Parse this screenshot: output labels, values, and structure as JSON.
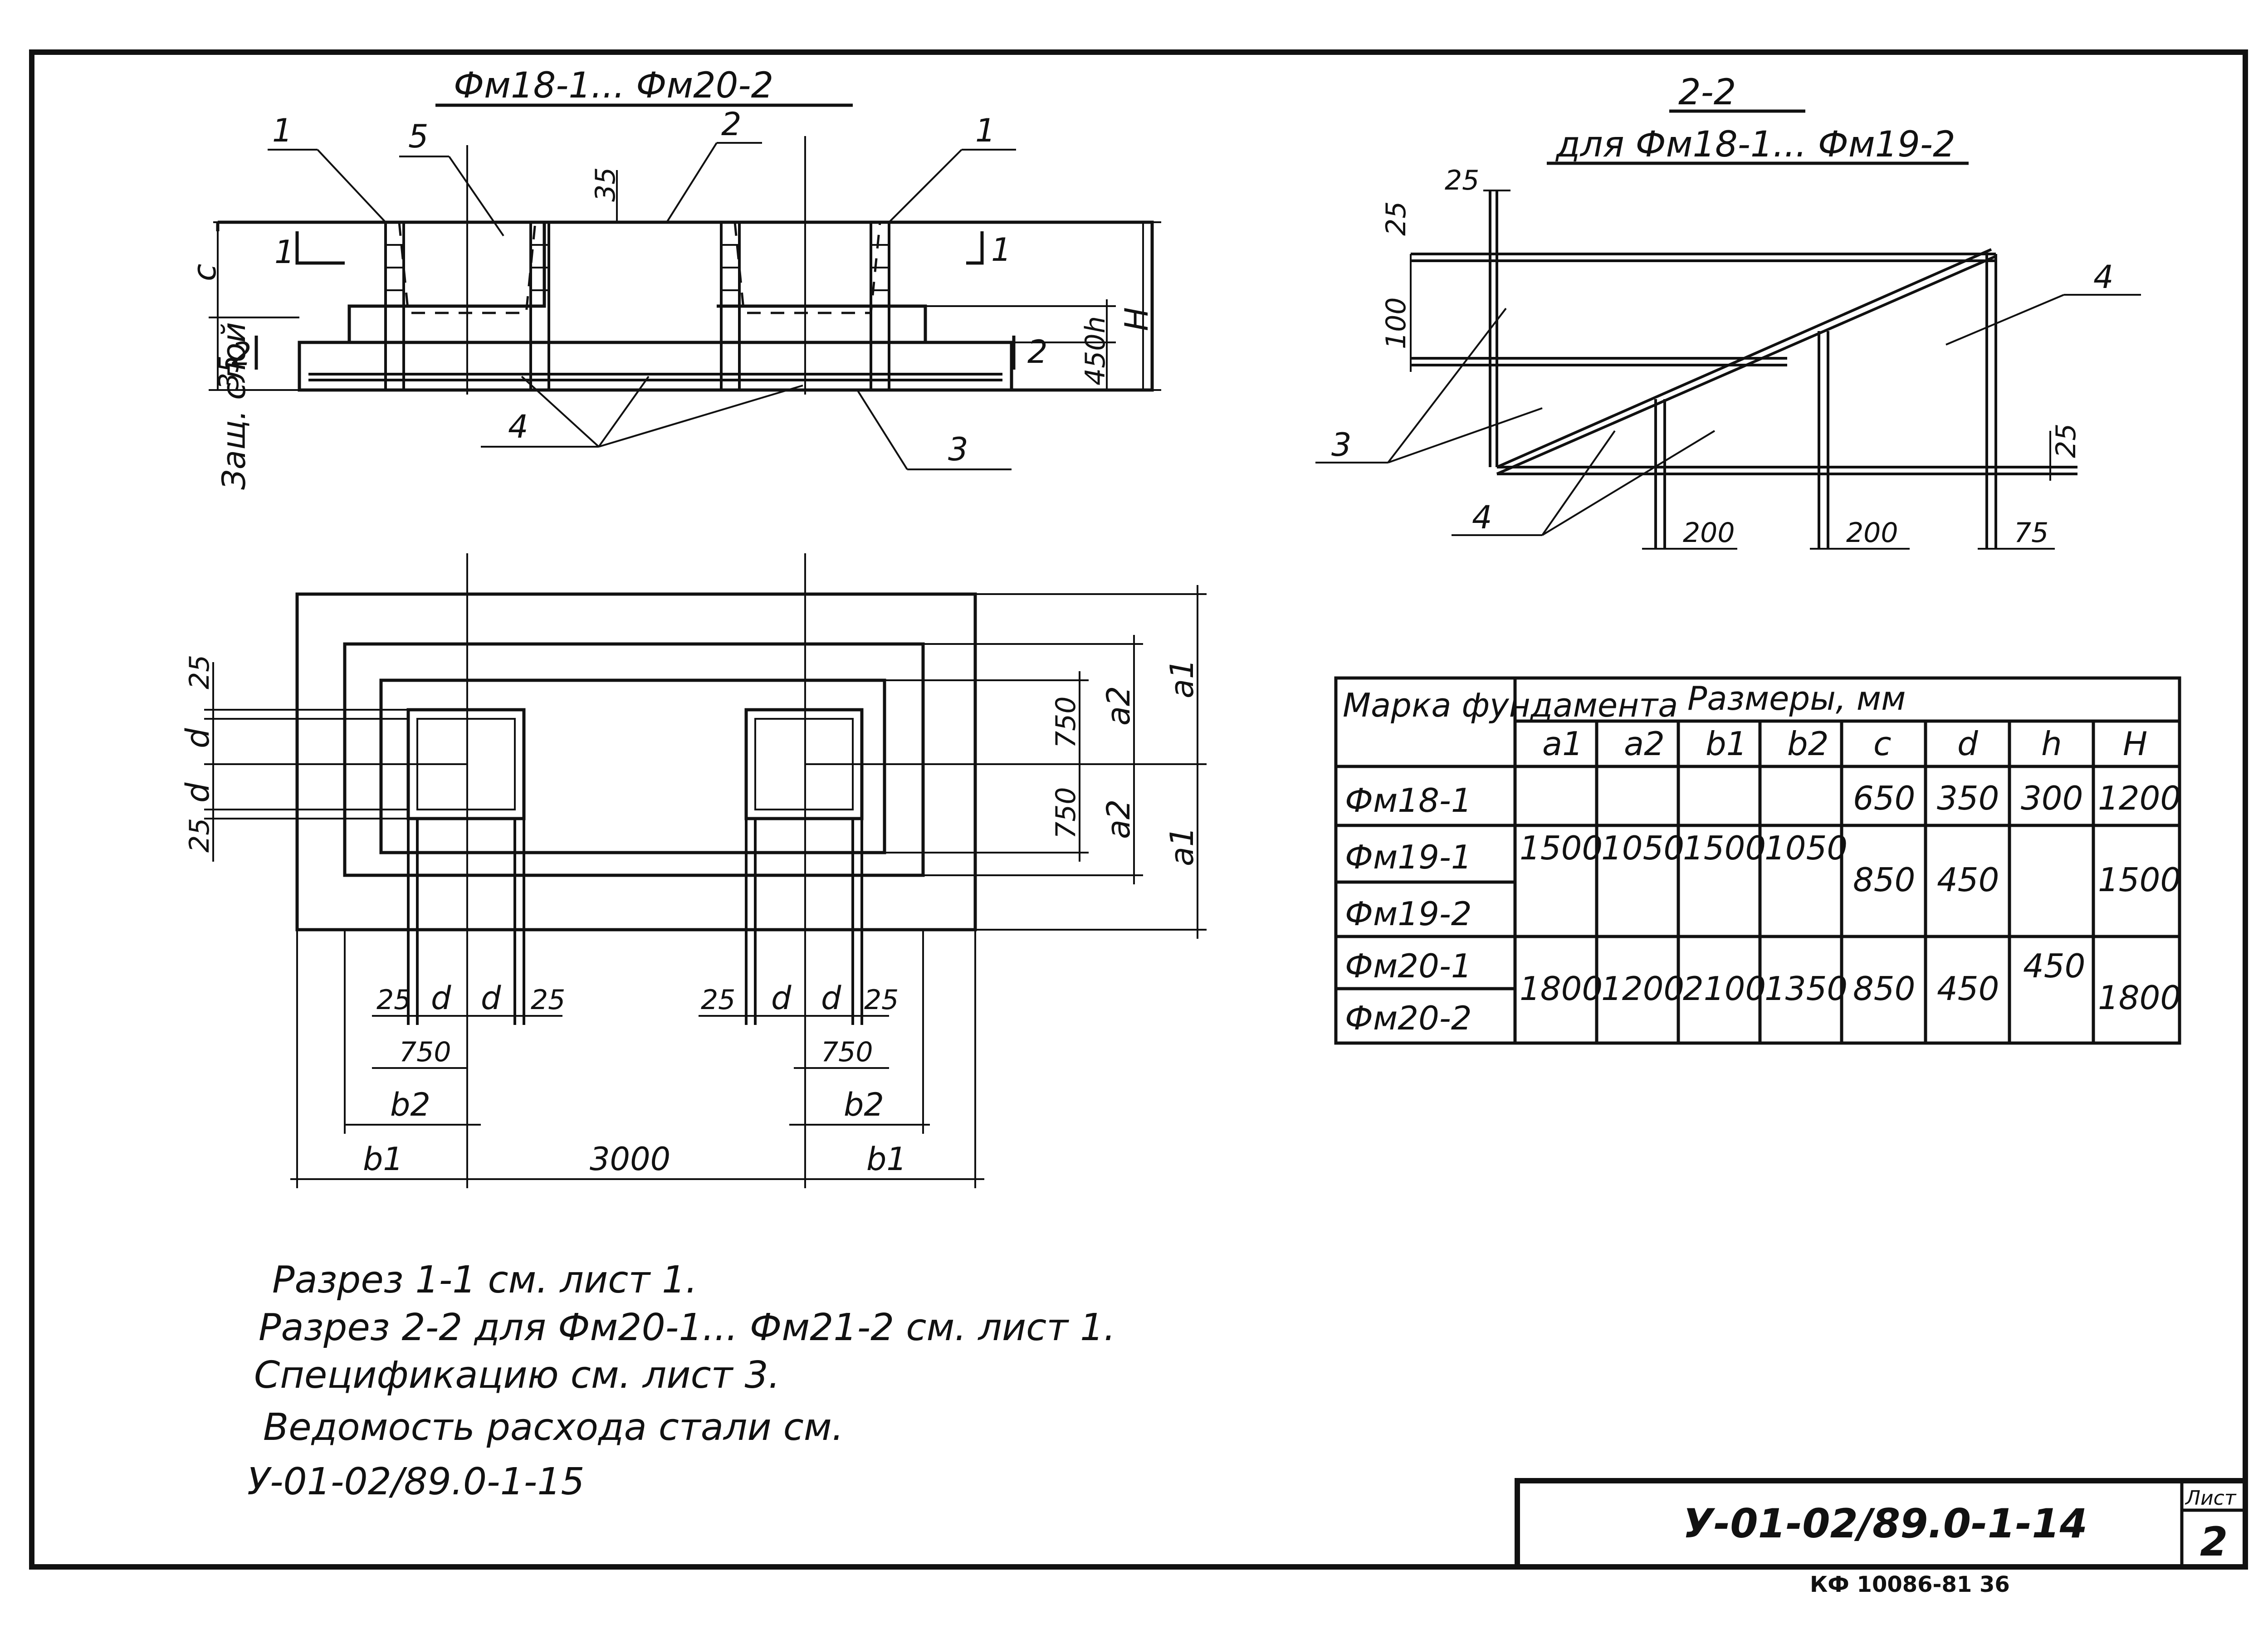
{
  "views": {
    "elevation": {
      "title": "Фм18-1... Фм20-2",
      "leaders": [
        "1",
        "5",
        "2",
        "1"
      ],
      "cut1_left": "1",
      "cut1_right": "1",
      "cut2_left": "2",
      "cut2_right": "2",
      "dim_top": "35",
      "dim_bottom": "35",
      "dim_c": "c",
      "dim_h": "h",
      "dim_H": "H",
      "dim_450": "450",
      "layer_label": "Защ. слой",
      "leader_rebar": "4",
      "leader_bottom": "3"
    },
    "section22": {
      "title": "2-2",
      "subtitle": "для Фм18-1... Фм19-2",
      "dim_top": "25",
      "dim_left_top": "25",
      "dim_left_100": "100",
      "dim_right": "25",
      "dim_spacing_a": "200",
      "dim_spacing_b": "200",
      "dim_end": "75",
      "leader_4_right": "4",
      "leader_3": "3",
      "leader_4_left": "4"
    },
    "plan": {
      "dim_25_top": "25",
      "dim_d1": "d",
      "dim_d2": "d",
      "dim_25_bot": "25",
      "dim_750_top": "750",
      "dim_750_bot": "750",
      "dim_a2_top": "a2",
      "dim_a2_bot": "a2",
      "dim_a1_top": "a1",
      "dim_a1_bot": "a1",
      "left_col": {
        "d25a": "25",
        "da": "d",
        "db": "d",
        "d25b": "25",
        "w": "750",
        "b2": "b2"
      },
      "right_col": {
        "d25a": "25",
        "da": "d",
        "db": "d",
        "d25b": "25",
        "w": "750",
        "b2": "b2"
      },
      "dim_b1_left": "b1",
      "dim_span": "3000",
      "dim_b1_right": "b1"
    }
  },
  "table": {
    "header_col1": "Марка фундамента",
    "header_group": "Размеры, мм",
    "columns": [
      "a1",
      "a2",
      "b1",
      "b2",
      "c",
      "d",
      "h",
      "H"
    ],
    "marks": [
      "Фм18-1",
      "Фм19-1",
      "Фм19-2",
      "Фм20-1",
      "Фм20-2"
    ],
    "values": {
      "a1_g1": "1500",
      "a2_g1": "1050",
      "b1_g1": "1500",
      "b2_g1": "1050",
      "c_r1": "650",
      "d_r1": "350",
      "h_r1": "300",
      "H_r1": "1200",
      "c_r23": "850",
      "d_r23": "450",
      "H_r23": "1500",
      "h_r25": "450",
      "a1_g2": "1800",
      "a2_g2": "1200",
      "b1_g2": "2100",
      "b2_g2": "1350",
      "c_r45": "850",
      "d_r45": "450",
      "H_r45": "1800"
    }
  },
  "notes": [
    "Разрез 1-1 см. лист 1.",
    "Разрез 2-2 для Фм20-1... Фм21-2 см. лист 1.",
    "Спецификацию см. лист 3.",
    "Ведомость расхода стали см.",
    "У-01-02/89.0-1-15"
  ],
  "title_block": {
    "code": "У-01-02/89.0-1-14",
    "sheet_label": "Лист",
    "sheet_number": "2"
  },
  "stamp": "КФ 10086-81   36"
}
